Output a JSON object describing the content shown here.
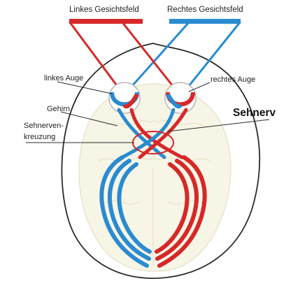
{
  "labels": {
    "left_field": "Linkes Gesichtsfeld",
    "right_field": "Rechtes Gesichtsfeld",
    "left_eye": "linkes Auge",
    "right_eye": "rechtes Auge",
    "brain": "Gehirn",
    "optic_nerve": "Sehnerv",
    "chiasm_line1": "Sehnerven-",
    "chiasm_line2": "kreuzung"
  },
  "colors": {
    "left_field": "#d62828",
    "right_field": "#2a8bd0",
    "brain_fill": "#f7f5e6",
    "brain_outline": "#2a2a2a"
  }
}
